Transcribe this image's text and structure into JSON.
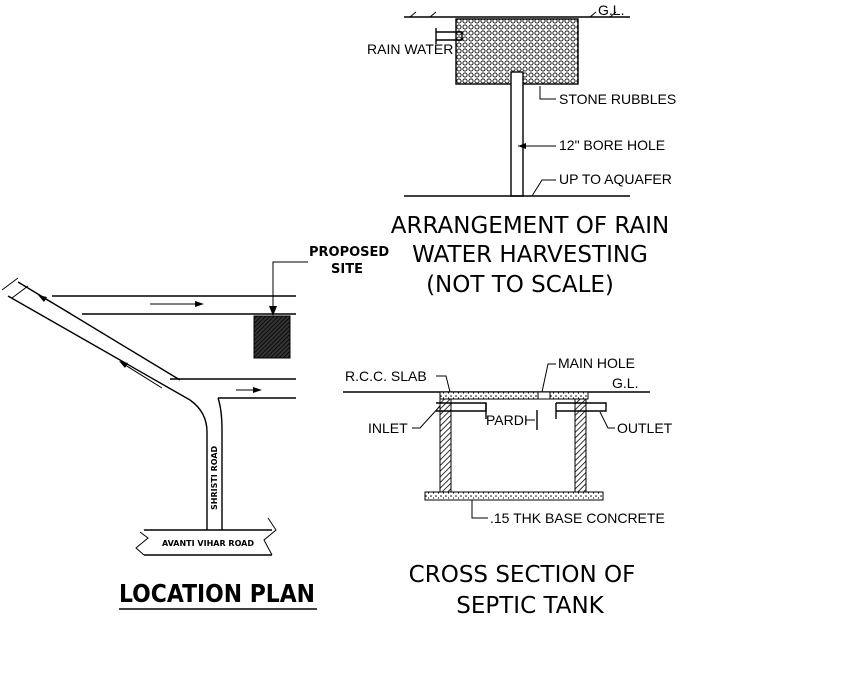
{
  "rain_water_harvesting": {
    "labels": {
      "ground_level": "G.L.",
      "rain_water": "RAIN WATER",
      "stone_rubbles": "STONE RUBBLES",
      "bore_hole": "12\" BORE HOLE",
      "aquifer": "UP TO AQUAFER"
    },
    "title_line1": "ARRANGEMENT OF RAIN",
    "title_line2": "WATER HARVESTING",
    "title_line3": "(NOT TO SCALE)"
  },
  "location_plan": {
    "proposed_site_line1": "PROPOSED",
    "proposed_site_line2": "SITE",
    "shristi_road": "SHRISTI ROAD",
    "avanti_vihar_road": "AVANTI VIHAR ROAD",
    "title": "LOCATION PLAN"
  },
  "septic_tank": {
    "labels": {
      "rcc_slab": "R.C.C. SLAB",
      "main_hole": "MAIN HOLE",
      "ground_level": "G.L.",
      "inlet": "INLET",
      "pardi": "PARDI",
      "outlet": "OUTLET",
      "base_concrete": ".15 THK BASE CONCRETE"
    },
    "title_line1": "CROSS SECTION OF",
    "title_line2": "SEPTIC TANK"
  }
}
